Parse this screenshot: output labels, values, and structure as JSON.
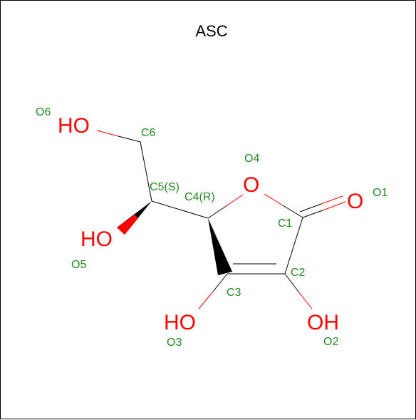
{
  "title": "ASC",
  "colors": {
    "oxygen": "#ff0000",
    "label": "#228b22",
    "bond": "#000000",
    "title": "#000000"
  },
  "atoms": {
    "ho_o6": "HO",
    "ho_o5": "HO",
    "ho_o3": "HO",
    "oh_o2": "OH",
    "o_ring": "O",
    "o_carbonyl": "O"
  },
  "labels": {
    "o6": "O6",
    "c6": "C6",
    "o4": "O4",
    "c5": "C5(S)",
    "c4": "C4(R)",
    "o1": "O1",
    "c1": "C1",
    "o5": "O5",
    "c2": "C2",
    "c3": "C3",
    "o3": "O3",
    "o2": "O2"
  }
}
